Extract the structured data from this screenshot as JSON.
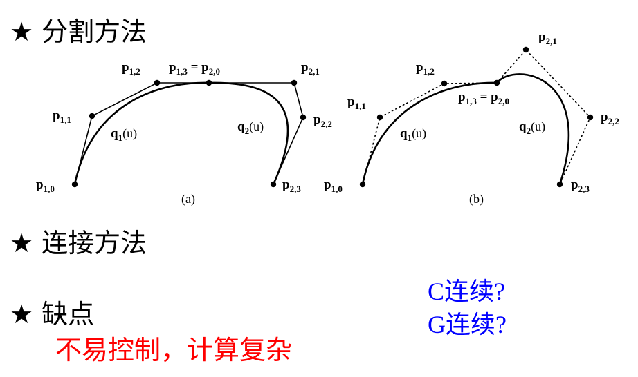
{
  "bullets": {
    "star": "★",
    "split": "分割方法",
    "connect": "连接方法",
    "drawback": "缺点"
  },
  "drawback_text": "不易控制，计算复杂",
  "continuity": {
    "c": "C连续?",
    "g": "G连续?"
  },
  "colors": {
    "drawback_text": "#ff0000",
    "continuity_text": "#0000ff",
    "ink": "#000000"
  },
  "figure_a": {
    "caption": "(a)",
    "points": {
      "p10": {
        "main": "p",
        "sub": "1,0"
      },
      "p11": {
        "main": "p",
        "sub": "1,1"
      },
      "p12": {
        "main": "p",
        "sub": "1,2"
      },
      "p13_eq": {
        "left": "p",
        "left_sub": "1,3",
        "eq": " = ",
        "right": "p",
        "right_sub": "2,0"
      },
      "p21": {
        "main": "p",
        "sub": "2,1"
      },
      "p22": {
        "main": "p",
        "sub": "2,2"
      },
      "p23": {
        "main": "p",
        "sub": "2,3"
      }
    },
    "curves": {
      "q1": {
        "main": "q",
        "sub": "1",
        "arg": "(u)"
      },
      "q2": {
        "main": "q",
        "sub": "2",
        "arg": "(u)"
      }
    }
  },
  "figure_b": {
    "caption": "(b)",
    "points": {
      "p10": {
        "main": "p",
        "sub": "1,0"
      },
      "p11": {
        "main": "p",
        "sub": "1,1"
      },
      "p12": {
        "main": "p",
        "sub": "1,2"
      },
      "p13_eq": {
        "left": "p",
        "left_sub": "1,3",
        "eq": " = ",
        "right": "p",
        "right_sub": "2,0"
      },
      "p21": {
        "main": "p",
        "sub": "2,1"
      },
      "p22": {
        "main": "p",
        "sub": "2,2"
      },
      "p23": {
        "main": "p",
        "sub": "2,3"
      }
    },
    "curves": {
      "q1": {
        "main": "q",
        "sub": "1",
        "arg": "(u)"
      },
      "q2": {
        "main": "q",
        "sub": "2",
        "arg": "(u)"
      }
    }
  }
}
